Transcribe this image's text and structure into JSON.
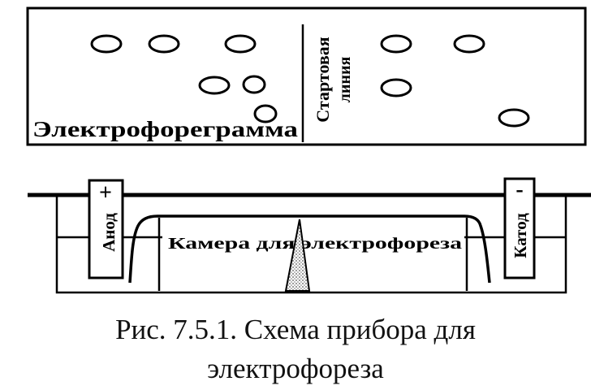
{
  "electrophoregram": {
    "label": "Электрофореграмма",
    "start_line_label_line1": "Стартовая",
    "start_line_label_line2": "линия"
  },
  "apparatus": {
    "anode_label": "Анод",
    "anode_sign": "+",
    "cathode_label": "Катод",
    "cathode_sign": "-",
    "chamber_label": "Камера для электрофореза"
  },
  "caption": {
    "line1": "Рис. 7.5.1. Схема прибора для",
    "line2": "электрофореза"
  },
  "colors": {
    "ink": "#000000",
    "paper": "#ffffff",
    "stipple": "#6f6f6f"
  }
}
